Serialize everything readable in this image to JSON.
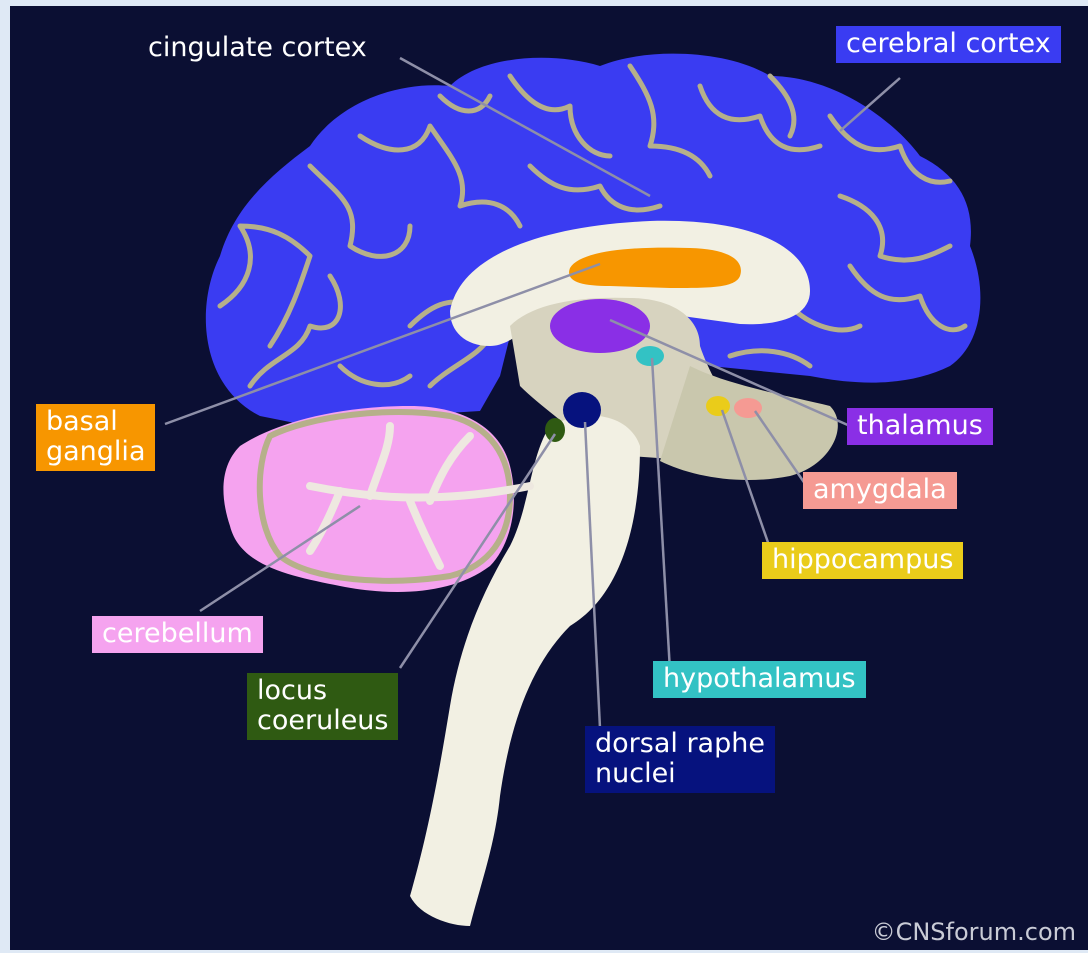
{
  "labels": {
    "cingulate_cortex": "cingulate cortex",
    "cerebral_cortex": "cerebral cortex",
    "basal_ganglia": [
      "basal",
      "ganglia"
    ],
    "thalamus": "thalamus",
    "amygdala": "amygdala",
    "hippocampus": "hippocampus",
    "cerebellum": "cerebellum",
    "hypothalamus": "hypothalamus",
    "locus_coeruleus": [
      "locus",
      "coeruleus"
    ],
    "dorsal_raphe_nuclei": [
      "dorsal raphe",
      "nuclei"
    ]
  },
  "credit": "©CNSforum.com",
  "colors": {
    "background": "#0b0f33",
    "cerebral_cortex": "#3a3cf2",
    "basal_ganglia": "#f79600",
    "thalamus": "#8a2fe6",
    "amygdala": "#f59a93",
    "hippocampus": "#eacc1a",
    "cerebellum": "#f5a3ef",
    "hypothalamus": "#33c2c4",
    "locus_coeruleus": "#2f5a12",
    "dorsal_raphe_nuclei": "#06127e",
    "brainstem": "#f2f0e3"
  }
}
